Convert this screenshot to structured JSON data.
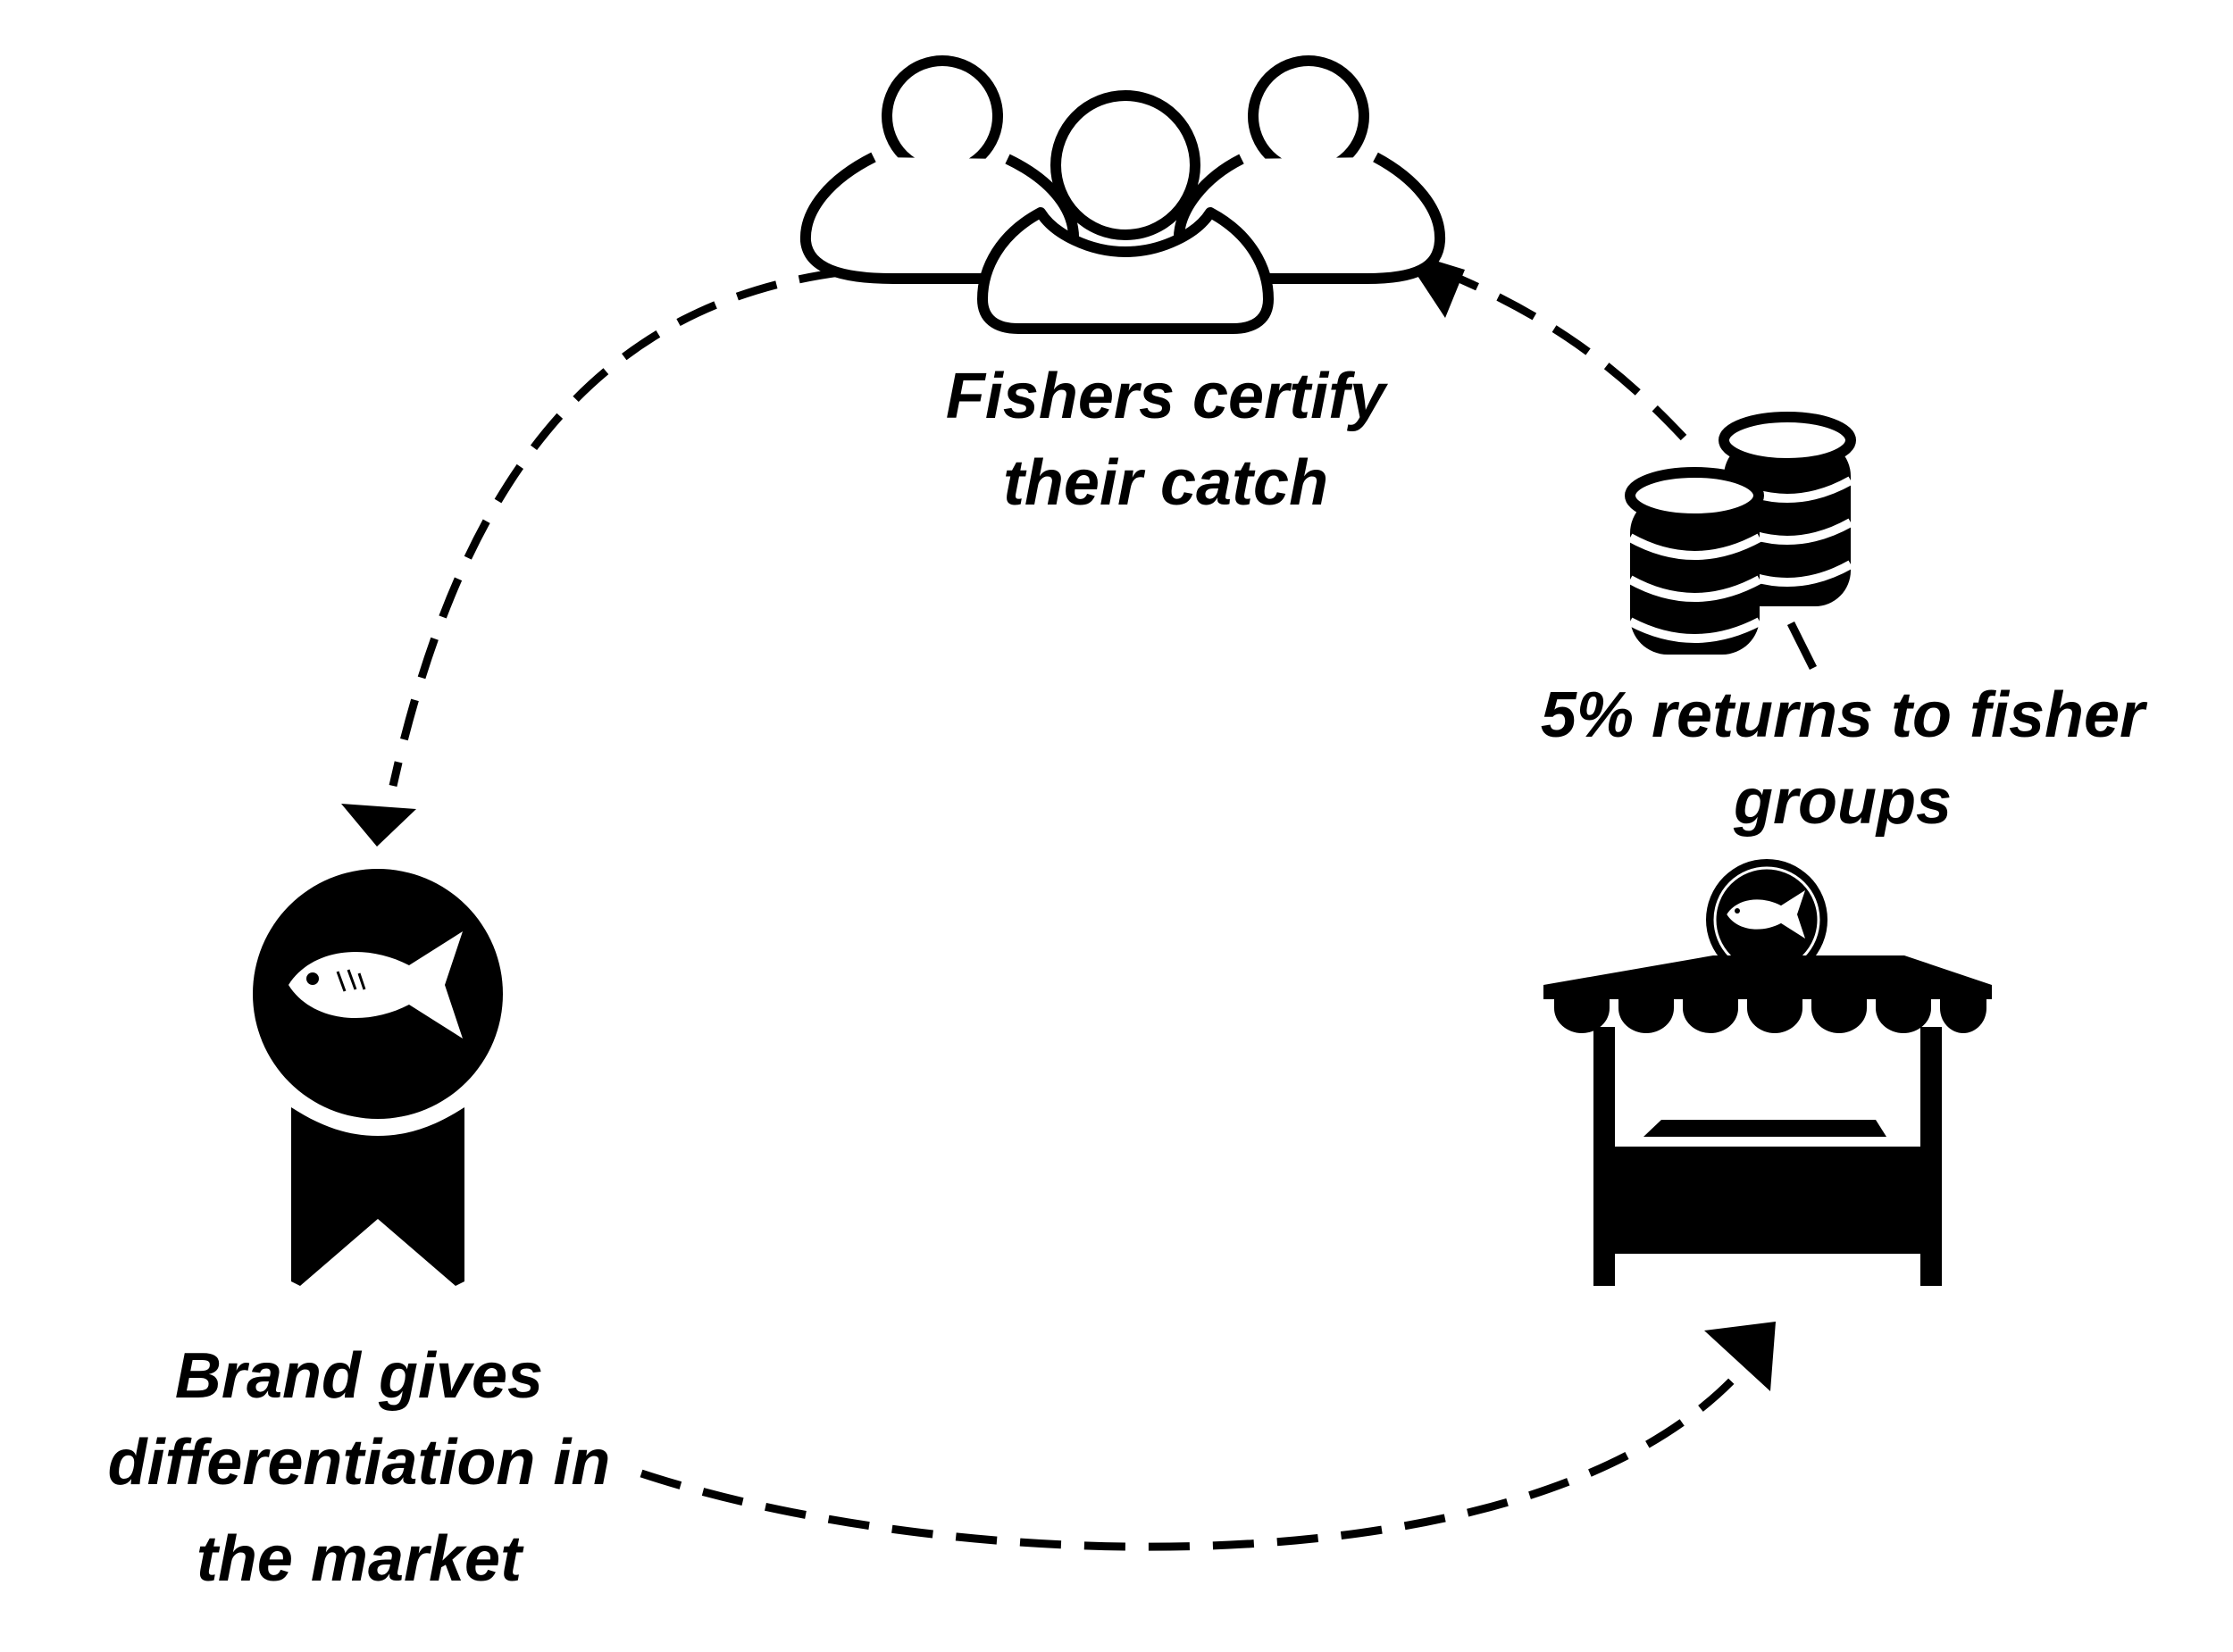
{
  "diagram": {
    "colors": {
      "ink": "#000000",
      "paper": "#ffffff"
    },
    "nodes": {
      "fishers": {
        "icon": "people-group-icon",
        "label_lines": [
          "Fishers certify",
          "their catch"
        ]
      },
      "money": {
        "icon": "coin-stacks-icon",
        "label_lines": [
          "5% returns to fisher",
          "groups"
        ]
      },
      "market": {
        "icon": "market-stall-icon",
        "sign_icon": "fish-icon"
      },
      "brand": {
        "icon": "award-badge-icon",
        "badge_icon": "fish-icon",
        "label_lines": [
          "Brand gives",
          "differentiation in",
          "the market"
        ]
      }
    },
    "flows": [
      {
        "from": "fishers",
        "to": "brand"
      },
      {
        "from": "brand",
        "to": "market"
      },
      {
        "from": "money",
        "to": "fishers"
      }
    ]
  }
}
